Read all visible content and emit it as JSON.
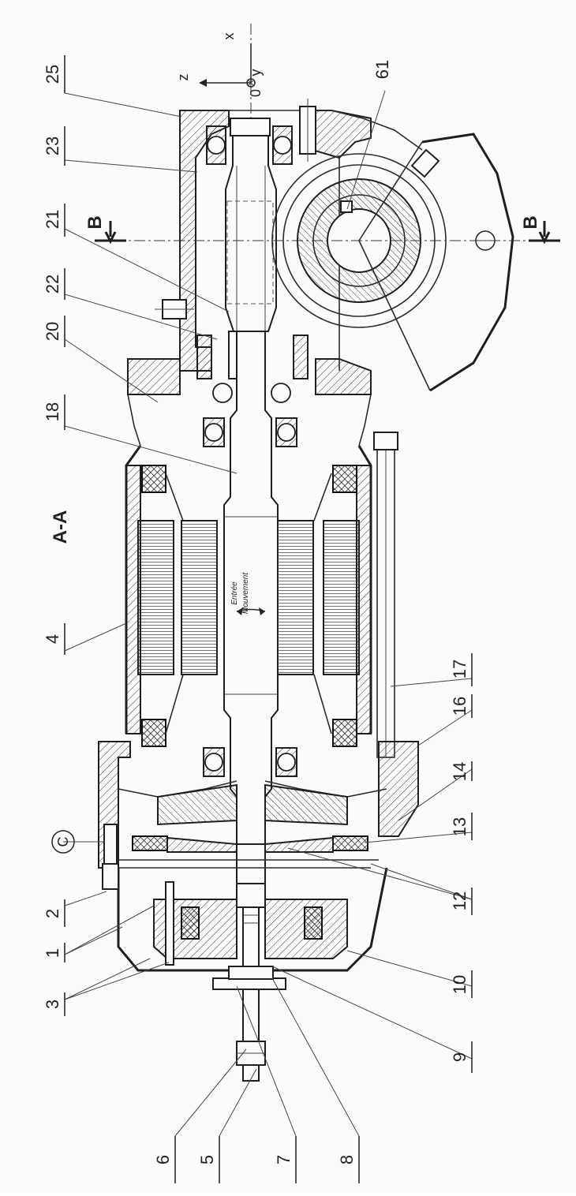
{
  "drawing": {
    "section_label": "A-A",
    "section_marker": "B",
    "callout_letter": "C",
    "axes": {
      "x": "x",
      "y": "y",
      "z": "z",
      "origin": "0"
    },
    "annotation_line1": "Entrée",
    "annotation_line2": "Mouvement",
    "part_numbers_top": [
      "25",
      "23",
      "21",
      "22",
      "20",
      "18",
      "4",
      "2",
      "1",
      "3"
    ],
    "part_numbers_right": [
      "61",
      "17",
      "16",
      "14",
      "13",
      "12",
      "10",
      "9"
    ],
    "part_numbers_bottom": [
      "6",
      "5",
      "7",
      "8"
    ]
  }
}
